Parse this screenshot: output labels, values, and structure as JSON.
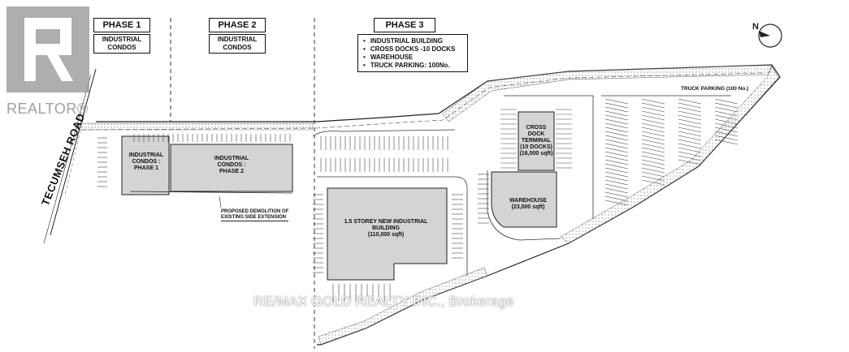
{
  "watermarks": {
    "realtor": "REALTOR®",
    "brokerage": "RE/MAX GOLD REALTY INC., Brokerage"
  },
  "phases": [
    {
      "title": "PHASE 1",
      "description": "INDUSTRIAL\nCONDOS"
    },
    {
      "title": "PHASE 2",
      "description": "INDUSTRIAL\nCONDOS"
    },
    {
      "title": "PHASE 3",
      "items": [
        "INDUSTRIAL BUILDING",
        "CROSS DOCKS -10 DOCKS",
        "WAREHOUSE",
        "TRUCK PARKING: 100No."
      ]
    }
  ],
  "road": "TECUMSEH ROAD",
  "compass": {
    "label": "N"
  },
  "buildings": {
    "condos_phase1": "INDUSTRIAL\nCONDOS :\nPHASE 1",
    "condos_phase2": "INDUSTRIAL\nCONDOS :\nPHASE 2",
    "industrial": "1.5 STOREY NEW INDUSTRIAL\nBUILDING\n(110,000 sqft)",
    "cross_dock": "CROSS\nDOCK\nTERMINAL\n(10 DOCKS)\n(16,000 sqft)",
    "warehouse": "WAREHOUSE\n(23,000 sqft)"
  },
  "notes": {
    "demolition": "PROPOSED DEMOLITION OF\nEXISTING SIDE EXTENSION",
    "truck_parking": "TRUCK PARKING (100 No.)"
  },
  "colors": {
    "building_fill": "#d4d4d4",
    "line": "#222222",
    "hatch": "#555555",
    "realtor_logo": "#9a9a9a"
  }
}
